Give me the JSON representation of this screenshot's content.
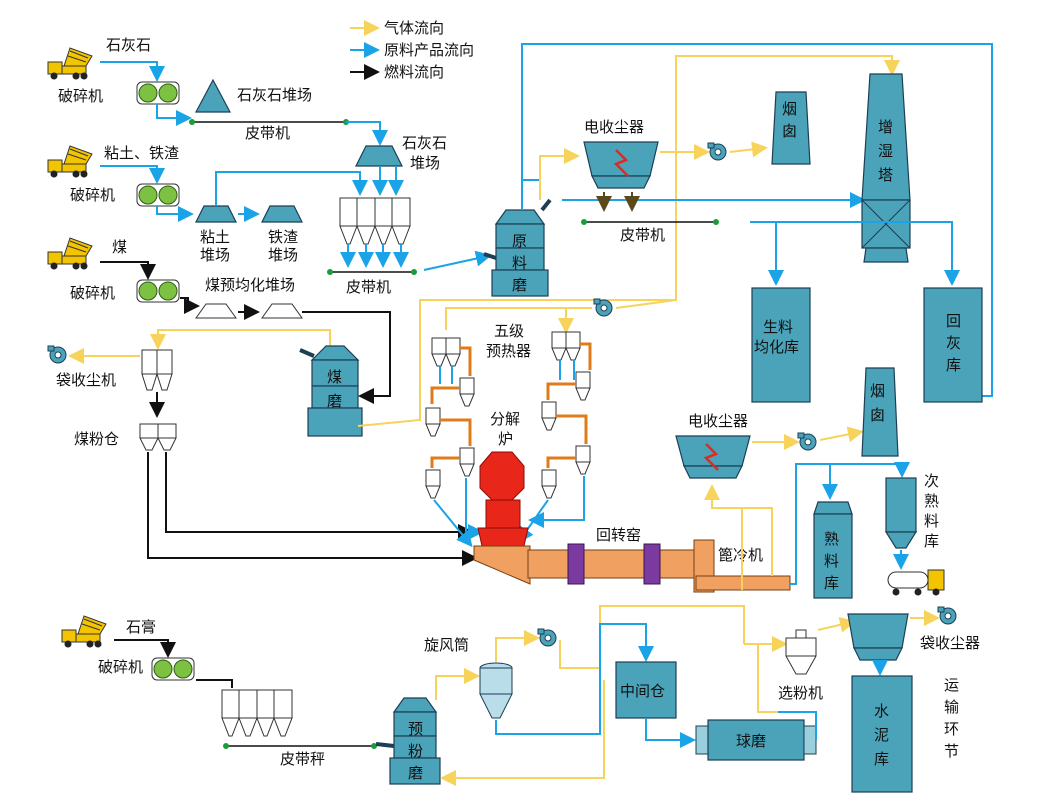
{
  "legend": {
    "gas_flow": "气体流向",
    "material_flow": "原料产品流向",
    "fuel_flow": "燃料流向"
  },
  "colors": {
    "gas": "#f7d35b",
    "material": "#1aa3e6",
    "fuel": "#111111",
    "equipment": "#4aa3b9",
    "kiln": "#f0a060",
    "calciner": "#e8261a",
    "duct": "#e07b1a",
    "kiln_ring": "#7a3aa0",
    "truck": "#f2c500"
  },
  "labels": {
    "limestone": "石灰石",
    "crusher": "破碎机",
    "limestone_yard": "石灰石堆场",
    "belt_conveyor": "皮带机",
    "limestone_yard2_a": "石灰石",
    "limestone_yard2_b": "堆场",
    "clay_slag": "粘土、铁渣",
    "clay_yard_a": "粘土",
    "clay_yard_b": "堆场",
    "slag_yard_a": "铁渣",
    "slag_yard_b": "堆场",
    "coal": "煤",
    "coal_prehomo_yard": "煤预均化堆场",
    "bag_filter": "袋收尘机",
    "coal_powder_bin": "煤粉仓",
    "coal_mill_a": "煤",
    "coal_mill_b": "磨",
    "raw_mill_a": "原",
    "raw_mill_b": "料",
    "raw_mill_c": "磨",
    "esp": "电收尘器",
    "chimney_a": "烟",
    "chimney_b": "囱",
    "humidifier_a": "增",
    "humidifier_b": "湿",
    "humidifier_c": "塔",
    "raw_homo_a": "生料",
    "raw_homo_b": "均化库",
    "ash_silo_a": "回",
    "ash_silo_b": "灰",
    "ash_silo_c": "库",
    "preheater_a": "五级",
    "preheater_b": "预热器",
    "calciner_a": "分解",
    "calciner_b": "炉",
    "rotary_kiln": "回转窑",
    "grate_cooler": "篦冷机",
    "clinker_a": "熟",
    "clinker_b": "料",
    "clinker_c": "库",
    "sub_clinker_a": "次",
    "sub_clinker_b": "熟",
    "sub_clinker_c": "料",
    "sub_clinker_d": "库",
    "gypsum": "石膏",
    "cyclone": "旋风筒",
    "weigh_belt": "皮带秤",
    "pre_mill_a": "预",
    "pre_mill_b": "粉",
    "pre_mill_c": "磨",
    "intermediate_bin": "中间仓",
    "ball_mill": "球磨",
    "separator": "选粉机",
    "bag_filter2": "袋收尘器",
    "cement_silo_a": "水",
    "cement_silo_b": "泥",
    "cement_silo_c": "库",
    "transport_a": "运",
    "transport_b": "输",
    "transport_c": "环",
    "transport_d": "节"
  }
}
